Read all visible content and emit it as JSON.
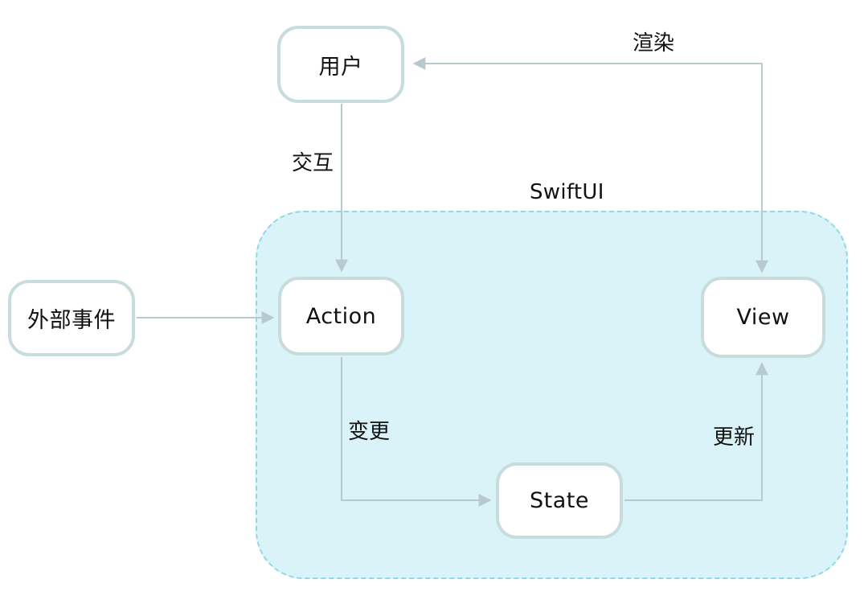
{
  "diagram": {
    "container_label": "SwiftUI",
    "nodes": {
      "user": {
        "label": "用户"
      },
      "external_event": {
        "label": "外部事件"
      },
      "action": {
        "label": "Action"
      },
      "view": {
        "label": "View"
      },
      "state": {
        "label": "State"
      }
    },
    "edges": {
      "render": {
        "label": "渲染",
        "from": "View",
        "to": "用户"
      },
      "interact": {
        "label": "交互",
        "from": "用户",
        "to": "Action"
      },
      "external": {
        "label": "",
        "from": "外部事件",
        "to": "Action"
      },
      "change": {
        "label": "变更",
        "from": "Action",
        "to": "State"
      },
      "update": {
        "label": "更新",
        "from": "State",
        "to": "View"
      }
    },
    "colors": {
      "container_fill": "#d9f3f9",
      "container_border": "#93d7e2",
      "node_fill": "#ffffff",
      "node_border": "#c8dcdd",
      "arrow": "#b7cbcf",
      "text": "#111111",
      "background": "#ffffff"
    }
  }
}
